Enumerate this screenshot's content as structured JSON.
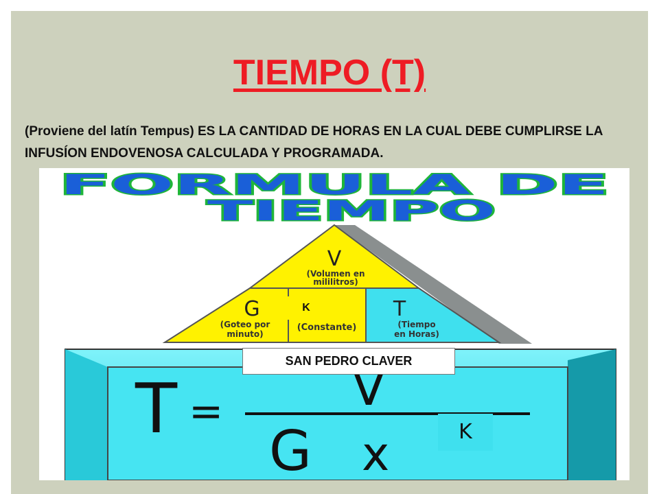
{
  "slide": {
    "title": "TIEMPO (T)",
    "definition_prefix": "(Proviene del latín Tempus)",
    "definition_body": " ES LA CANTIDAD DE HORAS  EN LA CUAL DEBE CUMPLIRSE LA INFUSÍON ENDOVENOSA CALCULADA Y PROGRAMADA."
  },
  "image": {
    "banner_line1": "FORMULA DE",
    "banner_line2": "TIEMPO",
    "triangle": {
      "top_letter": "V",
      "top_caption_1": "(Volumen en",
      "top_caption_2": "mililitros)",
      "left_letter": "G",
      "left_caption_1": "(Goteo por",
      "left_caption_2": "minuto)",
      "center_overlay": "K",
      "center_caption": "(Constante)",
      "right_letter": "T",
      "right_caption_1": "(Tiempo",
      "right_caption_2": "en Horas)"
    },
    "formula": {
      "lhs": "T",
      "equals": "=",
      "numerator": "V",
      "denominator_g": "G",
      "times": "x",
      "k_box": "K"
    },
    "watermark": "SAN PEDRO  CLAVER"
  },
  "colors": {
    "slide_bg": "#cdd1bd",
    "title_red": "#ee1c24",
    "yellow": "#fff200",
    "cyan": "#3fe0ee",
    "banner_blue": "#1a5fd8",
    "banner_green": "#1fb53a"
  }
}
